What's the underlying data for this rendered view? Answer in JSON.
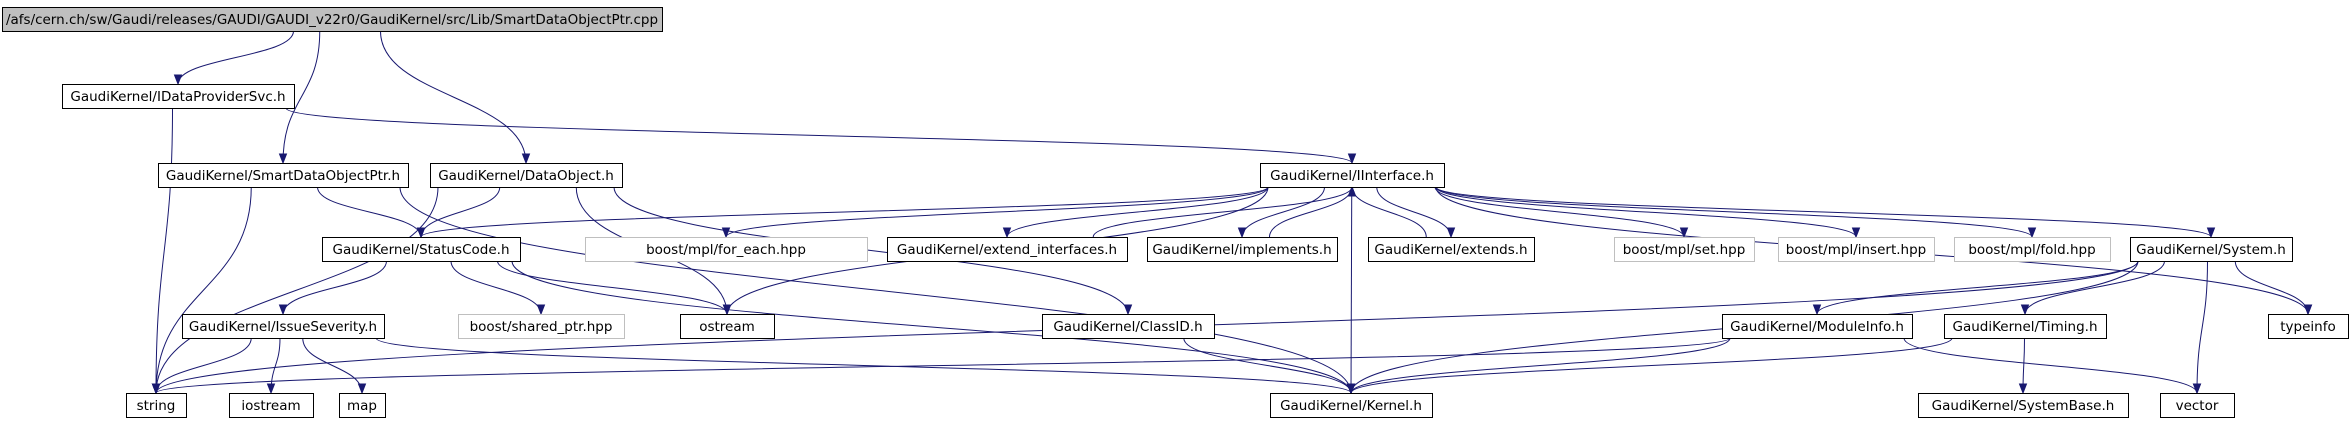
{
  "colors": {
    "edge": "#191970",
    "node_border": "#000000",
    "external_border": "#bfbfbf",
    "root_fill": "#bfbfbf"
  },
  "nodes": [
    {
      "id": "root",
      "label": "/afs/cern.ch/sw/Gaudi/releases/GAUDI/GAUDI_v22r0/GaudiKernel/src/Lib/SmartDataObjectPtr.cpp",
      "kind": "root"
    },
    {
      "id": "idps",
      "label": "GaudiKernel/IDataProviderSvc.h",
      "kind": "normal"
    },
    {
      "id": "sdop",
      "label": "GaudiKernel/SmartDataObjectPtr.h",
      "kind": "normal"
    },
    {
      "id": "dobj",
      "label": "GaudiKernel/DataObject.h",
      "kind": "normal"
    },
    {
      "id": "iintf",
      "label": "GaudiKernel/IInterface.h",
      "kind": "normal"
    },
    {
      "id": "sc",
      "label": "GaudiKernel/StatusCode.h",
      "kind": "normal"
    },
    {
      "id": "foreach",
      "label": "boost/mpl/for_each.hpp",
      "kind": "external"
    },
    {
      "id": "extint",
      "label": "GaudiKernel/extend_interfaces.h",
      "kind": "normal"
    },
    {
      "id": "impl",
      "label": "GaudiKernel/implements.h",
      "kind": "normal"
    },
    {
      "id": "extends",
      "label": "GaudiKernel/extends.h",
      "kind": "normal"
    },
    {
      "id": "mplset",
      "label": "boost/mpl/set.hpp",
      "kind": "external"
    },
    {
      "id": "mplins",
      "label": "boost/mpl/insert.hpp",
      "kind": "external"
    },
    {
      "id": "mplfold",
      "label": "boost/mpl/fold.hpp",
      "kind": "external"
    },
    {
      "id": "system",
      "label": "GaudiKernel/System.h",
      "kind": "normal"
    },
    {
      "id": "issue",
      "label": "GaudiKernel/IssueSeverity.h",
      "kind": "normal"
    },
    {
      "id": "sharedptr",
      "label": "boost/shared_ptr.hpp",
      "kind": "external"
    },
    {
      "id": "ostream",
      "label": "ostream",
      "kind": "normal"
    },
    {
      "id": "classid",
      "label": "GaudiKernel/ClassID.h",
      "kind": "normal"
    },
    {
      "id": "modinfo",
      "label": "GaudiKernel/ModuleInfo.h",
      "kind": "normal"
    },
    {
      "id": "timing",
      "label": "GaudiKernel/Timing.h",
      "kind": "normal"
    },
    {
      "id": "typeinfo",
      "label": "typeinfo",
      "kind": "normal"
    },
    {
      "id": "string",
      "label": "string",
      "kind": "normal"
    },
    {
      "id": "iostream",
      "label": "iostream",
      "kind": "normal"
    },
    {
      "id": "map",
      "label": "map",
      "kind": "normal"
    },
    {
      "id": "kernel",
      "label": "GaudiKernel/Kernel.h",
      "kind": "normal"
    },
    {
      "id": "sysbase",
      "label": "GaudiKernel/SystemBase.h",
      "kind": "normal"
    },
    {
      "id": "vector",
      "label": "vector",
      "kind": "normal"
    }
  ],
  "edges": [
    [
      "root",
      "idps"
    ],
    [
      "root",
      "sdop"
    ],
    [
      "root",
      "dobj"
    ],
    [
      "idps",
      "iintf"
    ],
    [
      "idps",
      "string"
    ],
    [
      "sdop",
      "sc"
    ],
    [
      "sdop",
      "string"
    ],
    [
      "sdop",
      "kernel"
    ],
    [
      "dobj",
      "sc"
    ],
    [
      "dobj",
      "string"
    ],
    [
      "dobj",
      "ostream"
    ],
    [
      "dobj",
      "classid"
    ],
    [
      "iintf",
      "sc"
    ],
    [
      "iintf",
      "ostream"
    ],
    [
      "iintf",
      "foreach"
    ],
    [
      "iintf",
      "extint"
    ],
    [
      "iintf",
      "impl"
    ],
    [
      "iintf",
      "extends"
    ],
    [
      "iintf",
      "mplset"
    ],
    [
      "iintf",
      "mplins"
    ],
    [
      "iintf",
      "mplfold"
    ],
    [
      "iintf",
      "system"
    ],
    [
      "iintf",
      "typeinfo"
    ],
    [
      "iintf",
      "kernel"
    ],
    [
      "extint",
      "iintf"
    ],
    [
      "impl",
      "iintf"
    ],
    [
      "extends",
      "iintf"
    ],
    [
      "sc",
      "issue"
    ],
    [
      "sc",
      "sharedptr"
    ],
    [
      "sc",
      "ostream"
    ],
    [
      "sc",
      "kernel"
    ],
    [
      "issue",
      "string"
    ],
    [
      "issue",
      "iostream"
    ],
    [
      "issue",
      "map"
    ],
    [
      "issue",
      "kernel"
    ],
    [
      "classid",
      "kernel"
    ],
    [
      "system",
      "modinfo"
    ],
    [
      "system",
      "timing"
    ],
    [
      "system",
      "typeinfo"
    ],
    [
      "system",
      "vector"
    ],
    [
      "system",
      "kernel"
    ],
    [
      "system",
      "string"
    ],
    [
      "modinfo",
      "string"
    ],
    [
      "modinfo",
      "vector"
    ],
    [
      "modinfo",
      "kernel"
    ],
    [
      "timing",
      "sysbase"
    ],
    [
      "timing",
      "kernel"
    ]
  ]
}
